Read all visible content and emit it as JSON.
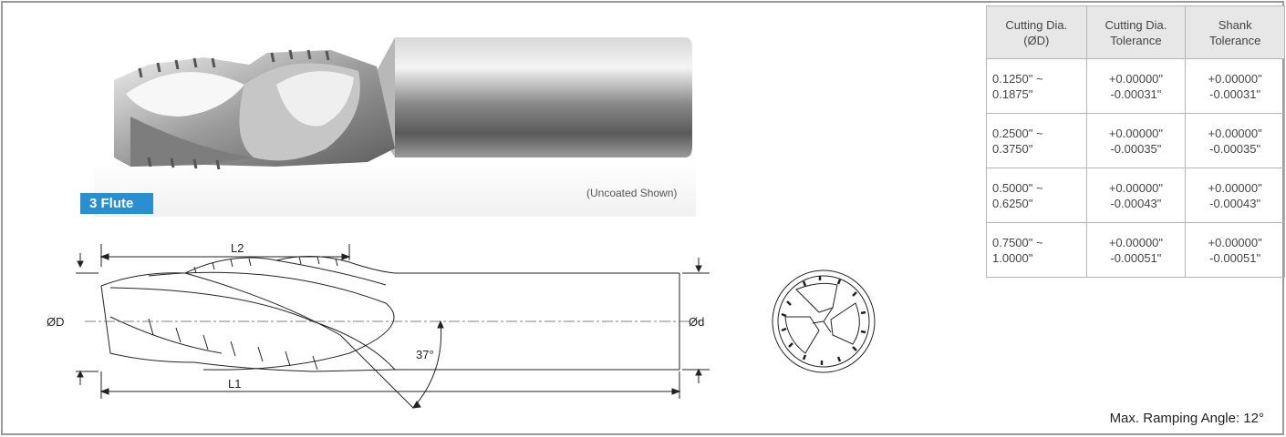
{
  "photo": {
    "badge_label": "3 Flute",
    "note": "(Uncoated Shown)"
  },
  "drawing": {
    "l2_label": "L2",
    "l1_label": "L1",
    "cut_dia_label": "ØD",
    "shank_dia_label": "Ød",
    "helix_angle_label": "37°"
  },
  "table": {
    "headers": [
      {
        "line1": "Cutting Dia.",
        "line2": "(ØD)"
      },
      {
        "line1": "Cutting Dia.",
        "line2": "Tolerance"
      },
      {
        "line1": "Shank",
        "line2": "Tolerance"
      }
    ],
    "rows": [
      {
        "range1": "0.1250\" ~",
        "range2": "0.1875\"",
        "cut_tol_plus": "+0.00000\"",
        "cut_tol_minus": "-0.00031\"",
        "shank_tol_plus": "+0.00000\"",
        "shank_tol_minus": "-0.00031\""
      },
      {
        "range1": "0.2500\" ~",
        "range2": "0.3750\"",
        "cut_tol_plus": "+0.00000\"",
        "cut_tol_minus": "-0.00035\"",
        "shank_tol_plus": "+0.00000\"",
        "shank_tol_minus": "-0.00035\""
      },
      {
        "range1": "0.5000\" ~",
        "range2": "0.6250\"",
        "cut_tol_plus": "+0.00000\"",
        "cut_tol_minus": "-0.00043\"",
        "shank_tol_plus": "+0.00000\"",
        "shank_tol_minus": "-0.00043\""
      },
      {
        "range1": "0.7500\" ~",
        "range2": "1.0000\"",
        "cut_tol_plus": "+0.00000\"",
        "cut_tol_minus": "-0.00051\"",
        "shank_tol_plus": "+0.00000\"",
        "shank_tol_minus": "-0.00051\""
      }
    ]
  },
  "ramping_note": "Max. Ramping Angle: 12°",
  "colors": {
    "badge": "#2a8fd0",
    "table_header_bg": "#e7e7e7",
    "frame_border": "#9a9a9a"
  }
}
